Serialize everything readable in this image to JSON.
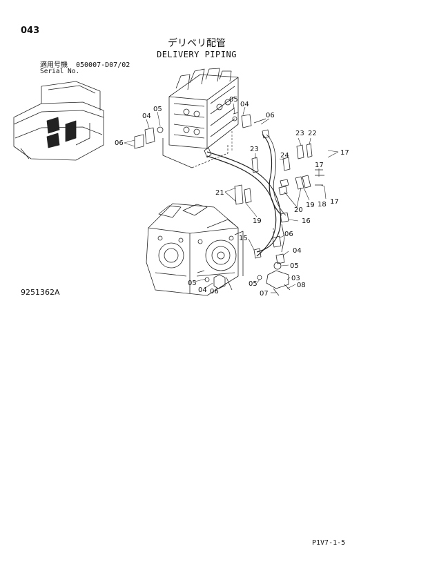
{
  "header": {
    "page_number": "043",
    "title_jp": "デリベリ配管",
    "title_en": "DELIVERY PIPING",
    "serial_label_jp": "適用号機",
    "serial_value": "050007-D07/02",
    "serial_label_en": "Serial No."
  },
  "footer": {
    "drawing_number": "9251362A",
    "page_ref": "P1V7-1-5"
  },
  "callouts": {
    "c03": "03",
    "c04": "04",
    "c05": "05",
    "c06": "06",
    "c07": "07",
    "c08": "08",
    "c15": "15",
    "c16": "16",
    "c17": "17",
    "c18": "18",
    "c19": "19",
    "c20": "20",
    "c21": "21",
    "c22": "22",
    "c23": "23",
    "c24": "24"
  }
}
